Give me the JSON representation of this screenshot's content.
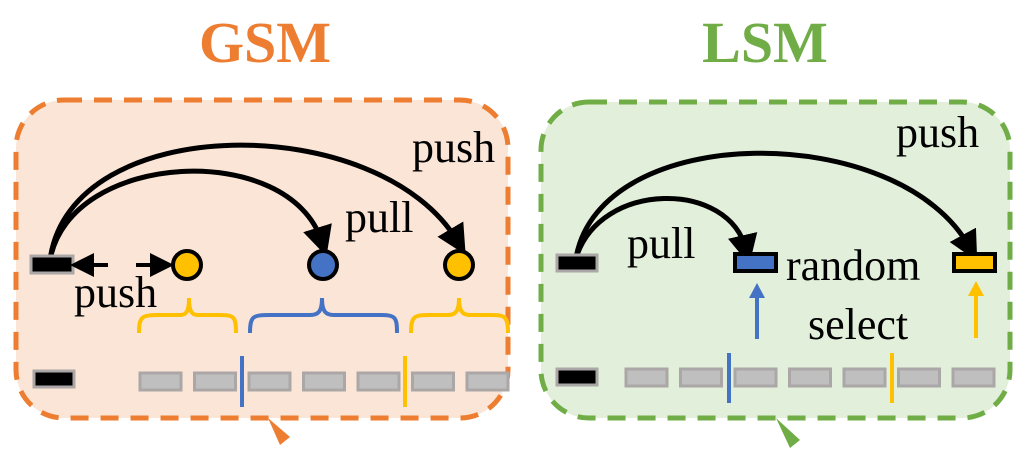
{
  "colors": {
    "gsm_accent": "#ED7D31",
    "gsm_fill": "#FBE5D6",
    "lsm_accent": "#70AD47",
    "lsm_fill": "#E2EFDA",
    "blue": "#4472C4",
    "yellow": "#FFC000",
    "gray_block": "#BFBFBF",
    "gray_border": "#ABA7A7",
    "black": "#000000"
  },
  "gsm": {
    "title": "GSM",
    "labels": {
      "push_top": "push",
      "pull": "pull",
      "push_local": "push"
    },
    "centroids": [
      "yellow",
      "blue",
      "yellow"
    ],
    "segment_blocks": 7,
    "partitions": [
      {
        "color": "yellow",
        "blocks": 2
      },
      {
        "color": "blue",
        "blocks": 3
      },
      {
        "color": "yellow",
        "blocks": 2
      }
    ]
  },
  "lsm": {
    "title": "LSM",
    "labels": {
      "push_top": "push",
      "pull": "pull",
      "random": "random",
      "select": "select"
    },
    "selected": [
      "blue",
      "yellow"
    ],
    "segment_blocks": 7,
    "partitions": [
      {
        "color": "blue",
        "blocks": 2
      },
      {
        "color": "yellow",
        "blocks": 3
      },
      {
        "color": "yellow",
        "blocks": 2
      }
    ]
  }
}
